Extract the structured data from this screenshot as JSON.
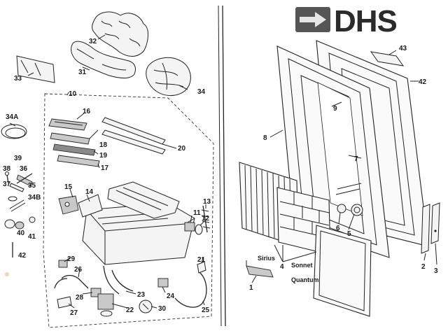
{
  "brand": {
    "logo_text": "DHS",
    "logo_icon": "arrow-right-icon",
    "colors": {
      "logo_box": "#555555",
      "logo_text": "#2b2b2b",
      "line_art": "#222222",
      "background": "#ffffff"
    }
  },
  "diagram": {
    "callouts": [
      {
        "key": "c32",
        "label": "32"
      },
      {
        "key": "c33",
        "label": "33"
      },
      {
        "key": "c31",
        "label": "31"
      },
      {
        "key": "c34",
        "label": "34"
      },
      {
        "key": "c10",
        "label": "10"
      },
      {
        "key": "c16",
        "label": "16"
      },
      {
        "key": "c18",
        "label": "18"
      },
      {
        "key": "c19",
        "label": "19"
      },
      {
        "key": "c17",
        "label": "17"
      },
      {
        "key": "c20",
        "label": "20"
      },
      {
        "key": "c34A",
        "label": "34A"
      },
      {
        "key": "c39",
        "label": "39"
      },
      {
        "key": "c38",
        "label": "38"
      },
      {
        "key": "c36",
        "label": "36"
      },
      {
        "key": "c37",
        "label": "37"
      },
      {
        "key": "c35",
        "label": "35"
      },
      {
        "key": "c34B",
        "label": "34B"
      },
      {
        "key": "c40",
        "label": "40"
      },
      {
        "key": "c41",
        "label": "41"
      },
      {
        "key": "c42a",
        "label": "42"
      },
      {
        "key": "c15",
        "label": "15"
      },
      {
        "key": "c14",
        "label": "14"
      },
      {
        "key": "c13",
        "label": "13"
      },
      {
        "key": "c11",
        "label": "11"
      },
      {
        "key": "c12",
        "label": "12"
      },
      {
        "key": "c21",
        "label": "21"
      },
      {
        "key": "c29",
        "label": "29"
      },
      {
        "key": "c26",
        "label": "26"
      },
      {
        "key": "c28",
        "label": "28"
      },
      {
        "key": "c27",
        "label": "27"
      },
      {
        "key": "c22",
        "label": "22"
      },
      {
        "key": "c23",
        "label": "23"
      },
      {
        "key": "c24",
        "label": "24"
      },
      {
        "key": "c30",
        "label": "30"
      },
      {
        "key": "c25",
        "label": "25"
      },
      {
        "key": "c43",
        "label": "43"
      },
      {
        "key": "c42b",
        "label": "42"
      },
      {
        "key": "c9",
        "label": "9"
      },
      {
        "key": "c8",
        "label": "8"
      },
      {
        "key": "c7",
        "label": "7"
      },
      {
        "key": "c6",
        "label": "6"
      },
      {
        "key": "c5",
        "label": "5"
      },
      {
        "key": "c4",
        "label": "4"
      },
      {
        "key": "c1",
        "label": "1"
      },
      {
        "key": "c2",
        "label": "2"
      },
      {
        "key": "c3",
        "label": "3"
      }
    ],
    "model_labels": [
      {
        "key": "sirius",
        "label": "Sirius"
      },
      {
        "key": "sonnet",
        "label": "Sonnet"
      },
      {
        "key": "quantum",
        "label": "Quantum"
      }
    ]
  }
}
